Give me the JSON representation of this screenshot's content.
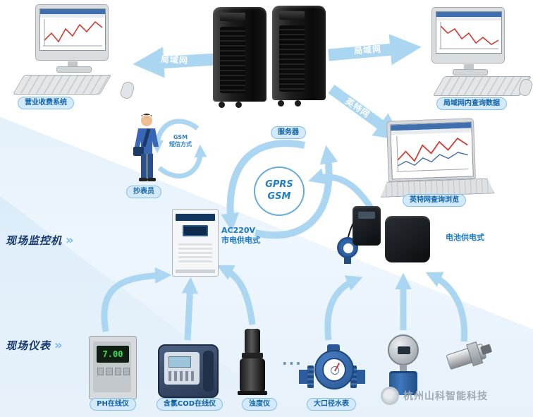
{
  "colors": {
    "arrow": "#abd6f1",
    "pill_bg": "#d2eafb",
    "pill_text": "#1263a5",
    "accent_text": "#1a78c4",
    "section_text": "#15386e",
    "watermark_text": "#a2a9b0"
  },
  "top": {
    "billing_system_label": "营业收费系统",
    "server_label": "服务器",
    "lan_left_label": "局域网",
    "lan_right_label": "局域网",
    "lan_query_label": "局域网内查询数据",
    "internet_label": "英特网",
    "internet_browse_label": "英特网查询浏览"
  },
  "middle": {
    "meter_reader_label": "抄表员",
    "gsm_note_line1": "GSM",
    "gsm_note_line2": "短信方式",
    "gprs_label": "GPRS",
    "gsm_label": "GSM",
    "ac_power_line1": "AC220V",
    "ac_power_line2": "市电供电式",
    "battery_power_label": "电池供电式",
    "section_monitor_label": "现场监控机",
    "section_instrument_label": "现场仪表",
    "chevron": "»"
  },
  "instruments": {
    "ph_label": "PH在线仪",
    "ph_reading": "7.00",
    "cod_label": "含氯COD在线仪",
    "turbidity_label": "浊度仪",
    "ellipsis": "...",
    "water_meter_label": "大口径水表"
  },
  "watermark": {
    "text": "杭州山科智能科技"
  }
}
